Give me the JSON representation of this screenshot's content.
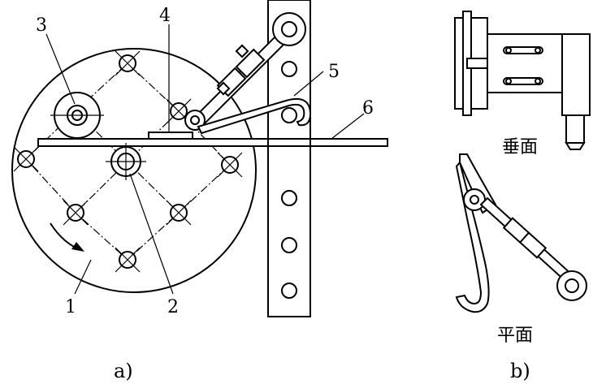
{
  "figure_a": {
    "caption": "a)",
    "labels": [
      {
        "id": "1",
        "text": "1"
      },
      {
        "id": "2",
        "text": "2"
      },
      {
        "id": "3",
        "text": "3"
      },
      {
        "id": "4",
        "text": "4"
      },
      {
        "id": "5",
        "text": "5"
      },
      {
        "id": "6",
        "text": "6"
      }
    ]
  },
  "figure_b": {
    "caption": "b)",
    "view_top_label": "垂面",
    "view_bottom_label": "平面"
  }
}
